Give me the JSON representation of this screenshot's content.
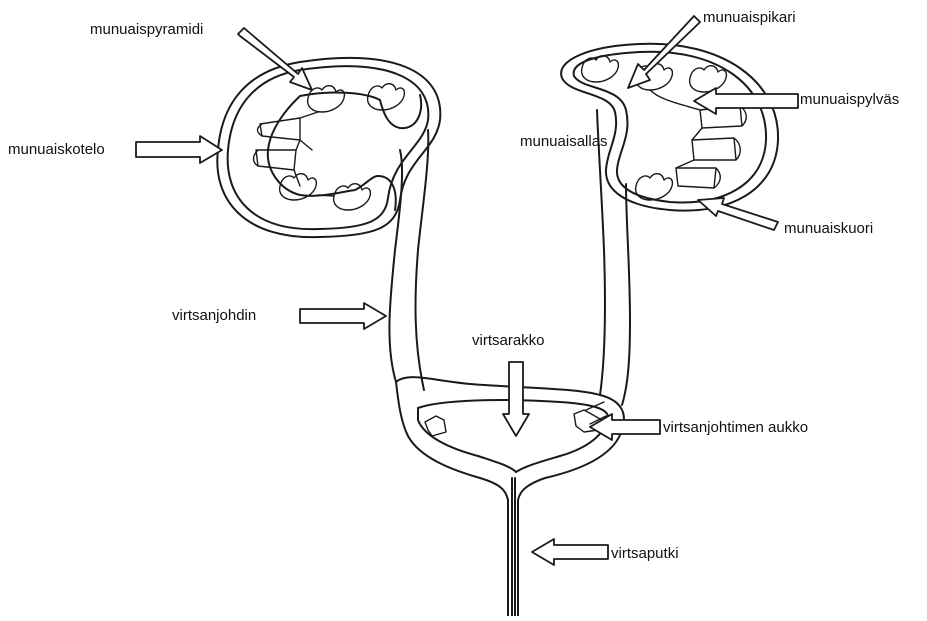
{
  "labels": {
    "munuaispyramidi": "munuaispyramidi",
    "munuaiskotelo": "munuaiskotelo",
    "virtsanjohdin": "virtsanjohdin",
    "munuaispikari": "munuaispikari",
    "munuaispylvas": "munuaispylväs",
    "munuaisallas": "munuaisallas",
    "munuaiskuori": "munuaiskuori",
    "virtsarakko": "virtsarakko",
    "virtsanjohtimen_aukko": "virtsanjohtimen aukko",
    "virtsaputki": "virtsaputki"
  },
  "colors": {
    "ink": "#1a1a1a",
    "paper": "#ffffff"
  }
}
